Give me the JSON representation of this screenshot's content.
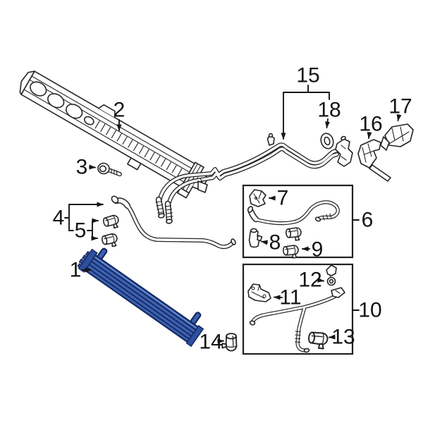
{
  "figure": {
    "type": "auto-parts-exploded-diagram",
    "subject": "transmission-oil-cooler-and-lines",
    "background": "#ffffff",
    "line_color": "#262323",
    "highlight_fill": "#3a62b2",
    "highlight_dark": "#2c4f9e",
    "highlight_stroke": "#17275f"
  },
  "callouts": {
    "1": "1",
    "2": "2",
    "3": "3",
    "4": "4",
    "5": "5",
    "6": "6",
    "7": "7",
    "8": "8",
    "9": "9",
    "10": "10",
    "11": "11",
    "12": "12",
    "13": "13",
    "14": "14",
    "15": "15",
    "16": "16",
    "17": "17",
    "18": "18"
  }
}
